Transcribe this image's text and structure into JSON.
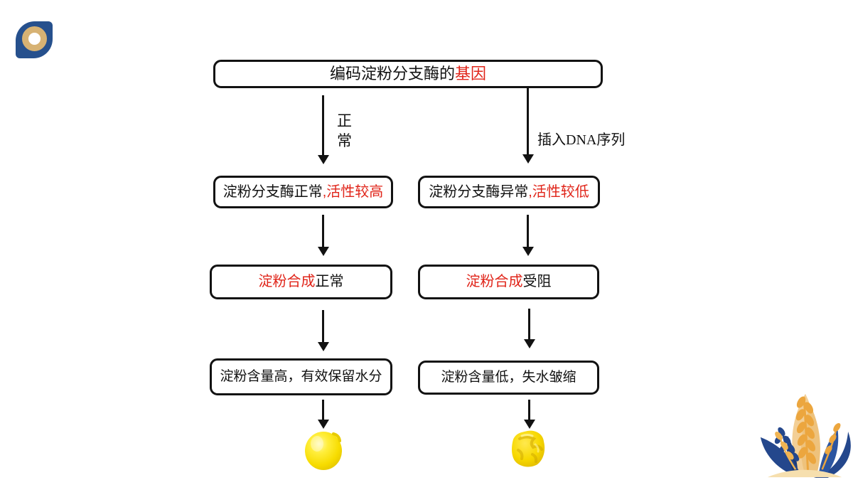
{
  "slide": {
    "background": "#ffffff",
    "description": "flowchart of starch branching enzyme gene outcomes"
  },
  "colors": {
    "accent_red": "#e02419",
    "line_black": "#121212",
    "logo_blue": "#26508d",
    "logo_gold": "#d7b273",
    "pea_yellow": "#ffe23a",
    "plant_gold": "#eca63e",
    "plant_blue": "#24478c"
  },
  "boxes": {
    "root": {
      "pre": "编码淀粉分支酶的",
      "red": "基因",
      "post": ""
    },
    "l2": {
      "pre": "淀粉分支酶正常",
      "red": ",活性较高",
      "post": ""
    },
    "r2": {
      "pre": "淀粉分支酶异常",
      "red": ",活性较低",
      "post": ""
    },
    "l3": {
      "pre": "",
      "red": "淀粉合成",
      "post": "正常"
    },
    "r3": {
      "pre": "",
      "red": "淀粉合成",
      "post": "受阻"
    },
    "l4": {
      "pre": "淀粉含量高，有效保留水分",
      "red": "",
      "post": ""
    },
    "r4": {
      "pre": "淀粉含量低，失水皱缩",
      "red": "",
      "post": ""
    }
  },
  "branch_labels": {
    "left": "正常",
    "right": "插入DNA序列"
  },
  "icons": {
    "logo": "brand-logo-ring",
    "left_seed": "round-smooth-yellow-seed",
    "right_seed": "wrinkled-yellow-seed",
    "plant": "wheat-and-blue-leaves-illustration"
  }
}
